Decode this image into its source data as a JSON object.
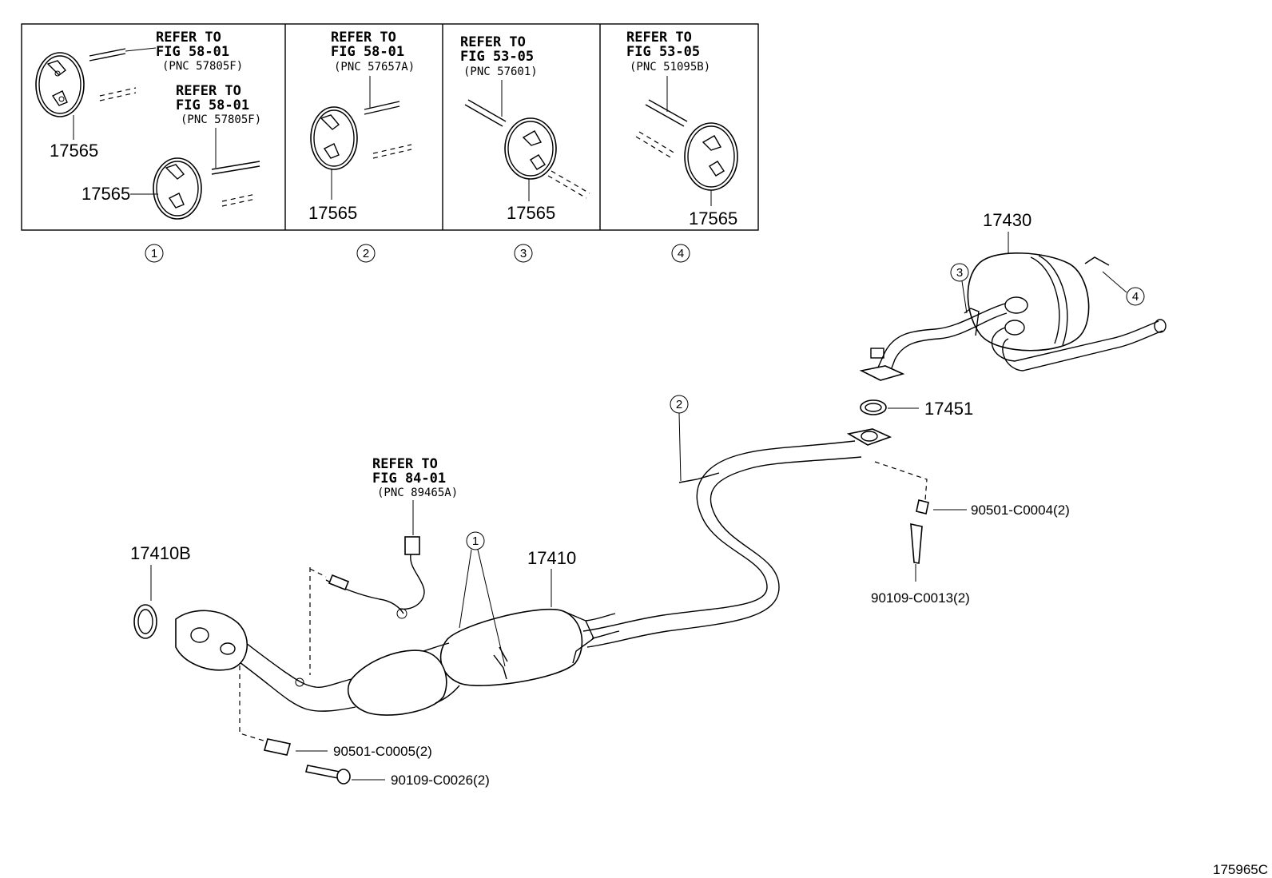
{
  "insets": [
    {
      "circle": "1",
      "refs": [
        {
          "line1": "REFER TO",
          "line2": "FIG 58-01",
          "pnc": "(PNC 57805F)"
        },
        {
          "line1": "REFER TO",
          "line2": "FIG 58-01",
          "pnc": "(PNC 57805F)"
        }
      ],
      "parts": [
        "17565",
        "17565"
      ]
    },
    {
      "circle": "2",
      "refs": [
        {
          "line1": "REFER TO",
          "line2": "FIG 58-01",
          "pnc": "(PNC 57657A)"
        }
      ],
      "parts": [
        "17565"
      ]
    },
    {
      "circle": "3",
      "refs": [
        {
          "line1": "REFER TO",
          "line2": "FIG 53-05",
          "pnc": "(PNC 57601)"
        }
      ],
      "parts": [
        "17565"
      ]
    },
    {
      "circle": "4",
      "refs": [
        {
          "line1": "REFER TO",
          "line2": "FIG 53-05",
          "pnc": "(PNC 51095B)"
        }
      ],
      "parts": [
        "17565"
      ]
    }
  ],
  "main": {
    "muffler": "17430",
    "gasket_rear": "17451",
    "gasket_front": "17410B",
    "front_pipe": "17410",
    "spring_rear": "90501-C0004(2)",
    "bolt_rear": "90109-C0013(2)",
    "spring_front": "90501-C0005(2)",
    "bolt_front": "90109-C0026(2)",
    "sensor_ref": {
      "line1": "REFER TO",
      "line2": "FIG 84-01",
      "pnc": "(PNC 89465A)"
    },
    "callouts": [
      "1",
      "2",
      "3",
      "4"
    ]
  },
  "figure_id": "175965C"
}
